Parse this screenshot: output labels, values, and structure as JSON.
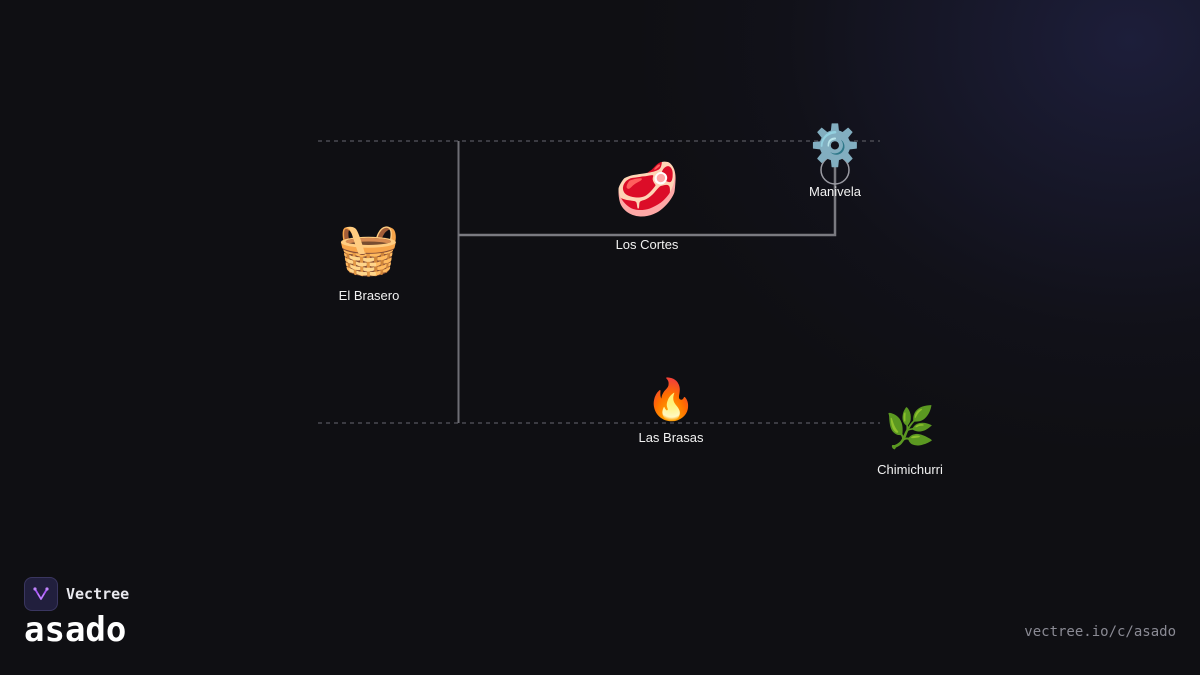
{
  "brand": {
    "name": "Vectree",
    "logo_icon": "vectree-logo-icon",
    "accent": "#a855f7"
  },
  "project": {
    "name": "asado",
    "url": "vectree.io/c/asado"
  },
  "diagram": {
    "nodes": [
      {
        "id": "brasero",
        "label": "El Brasero",
        "emoji": "🧺",
        "icon": "basket-icon"
      },
      {
        "id": "cortes",
        "label": "Los Cortes",
        "emoji": "🥩",
        "icon": "meat-icon"
      },
      {
        "id": "manivela",
        "label": "Manivela",
        "emoji": "⚙️",
        "icon": "gear-icon"
      },
      {
        "id": "brasas",
        "label": "Las Brasas",
        "emoji": "🔥",
        "icon": "fire-icon"
      },
      {
        "id": "chimichurri",
        "label": "Chimichurri",
        "emoji": "🌿",
        "icon": "herb-icon"
      }
    ],
    "connections": [
      {
        "from": "brasero",
        "to": "cortes"
      },
      {
        "from": "brasero",
        "to": "brasas"
      },
      {
        "from": "cortes",
        "to": "manivela"
      }
    ],
    "colors": {
      "line": "#7a7a80",
      "dashed_guide": "#4a4a52",
      "label": "#f2f2f2"
    }
  }
}
